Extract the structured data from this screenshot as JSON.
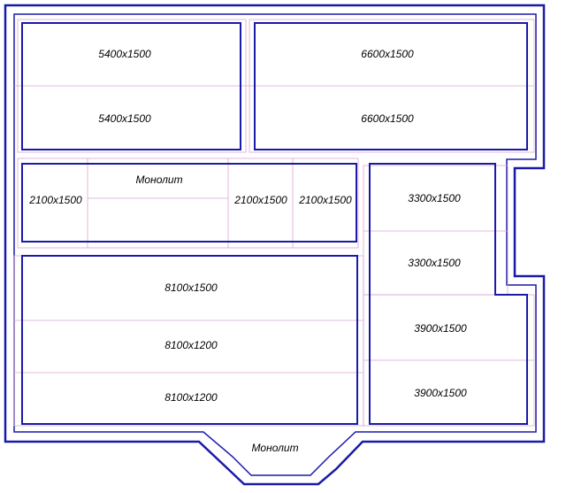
{
  "colors": {
    "wall": "#1a1aa8",
    "guide": "#d9a8d0",
    "text": "#000000",
    "background": "#ffffff"
  },
  "slabs": {
    "top_left_1": "5400x1500",
    "top_left_2": "5400x1500",
    "top_right_1": "6600x1500",
    "top_right_2": "6600x1500",
    "mid_left": "2100x1500",
    "mid_monolith": "Монолит",
    "mid_center": "2100x1500",
    "mid_right": "2100x1500",
    "right_top_1": "3300x1500",
    "right_top_2": "3300x1500",
    "big_1": "8100x1500",
    "big_2": "8100x1200",
    "big_3": "8100x1200",
    "right_bottom_1": "3900x1500",
    "right_bottom_2": "3900x1500",
    "bottom_monolith": "Монолит"
  }
}
